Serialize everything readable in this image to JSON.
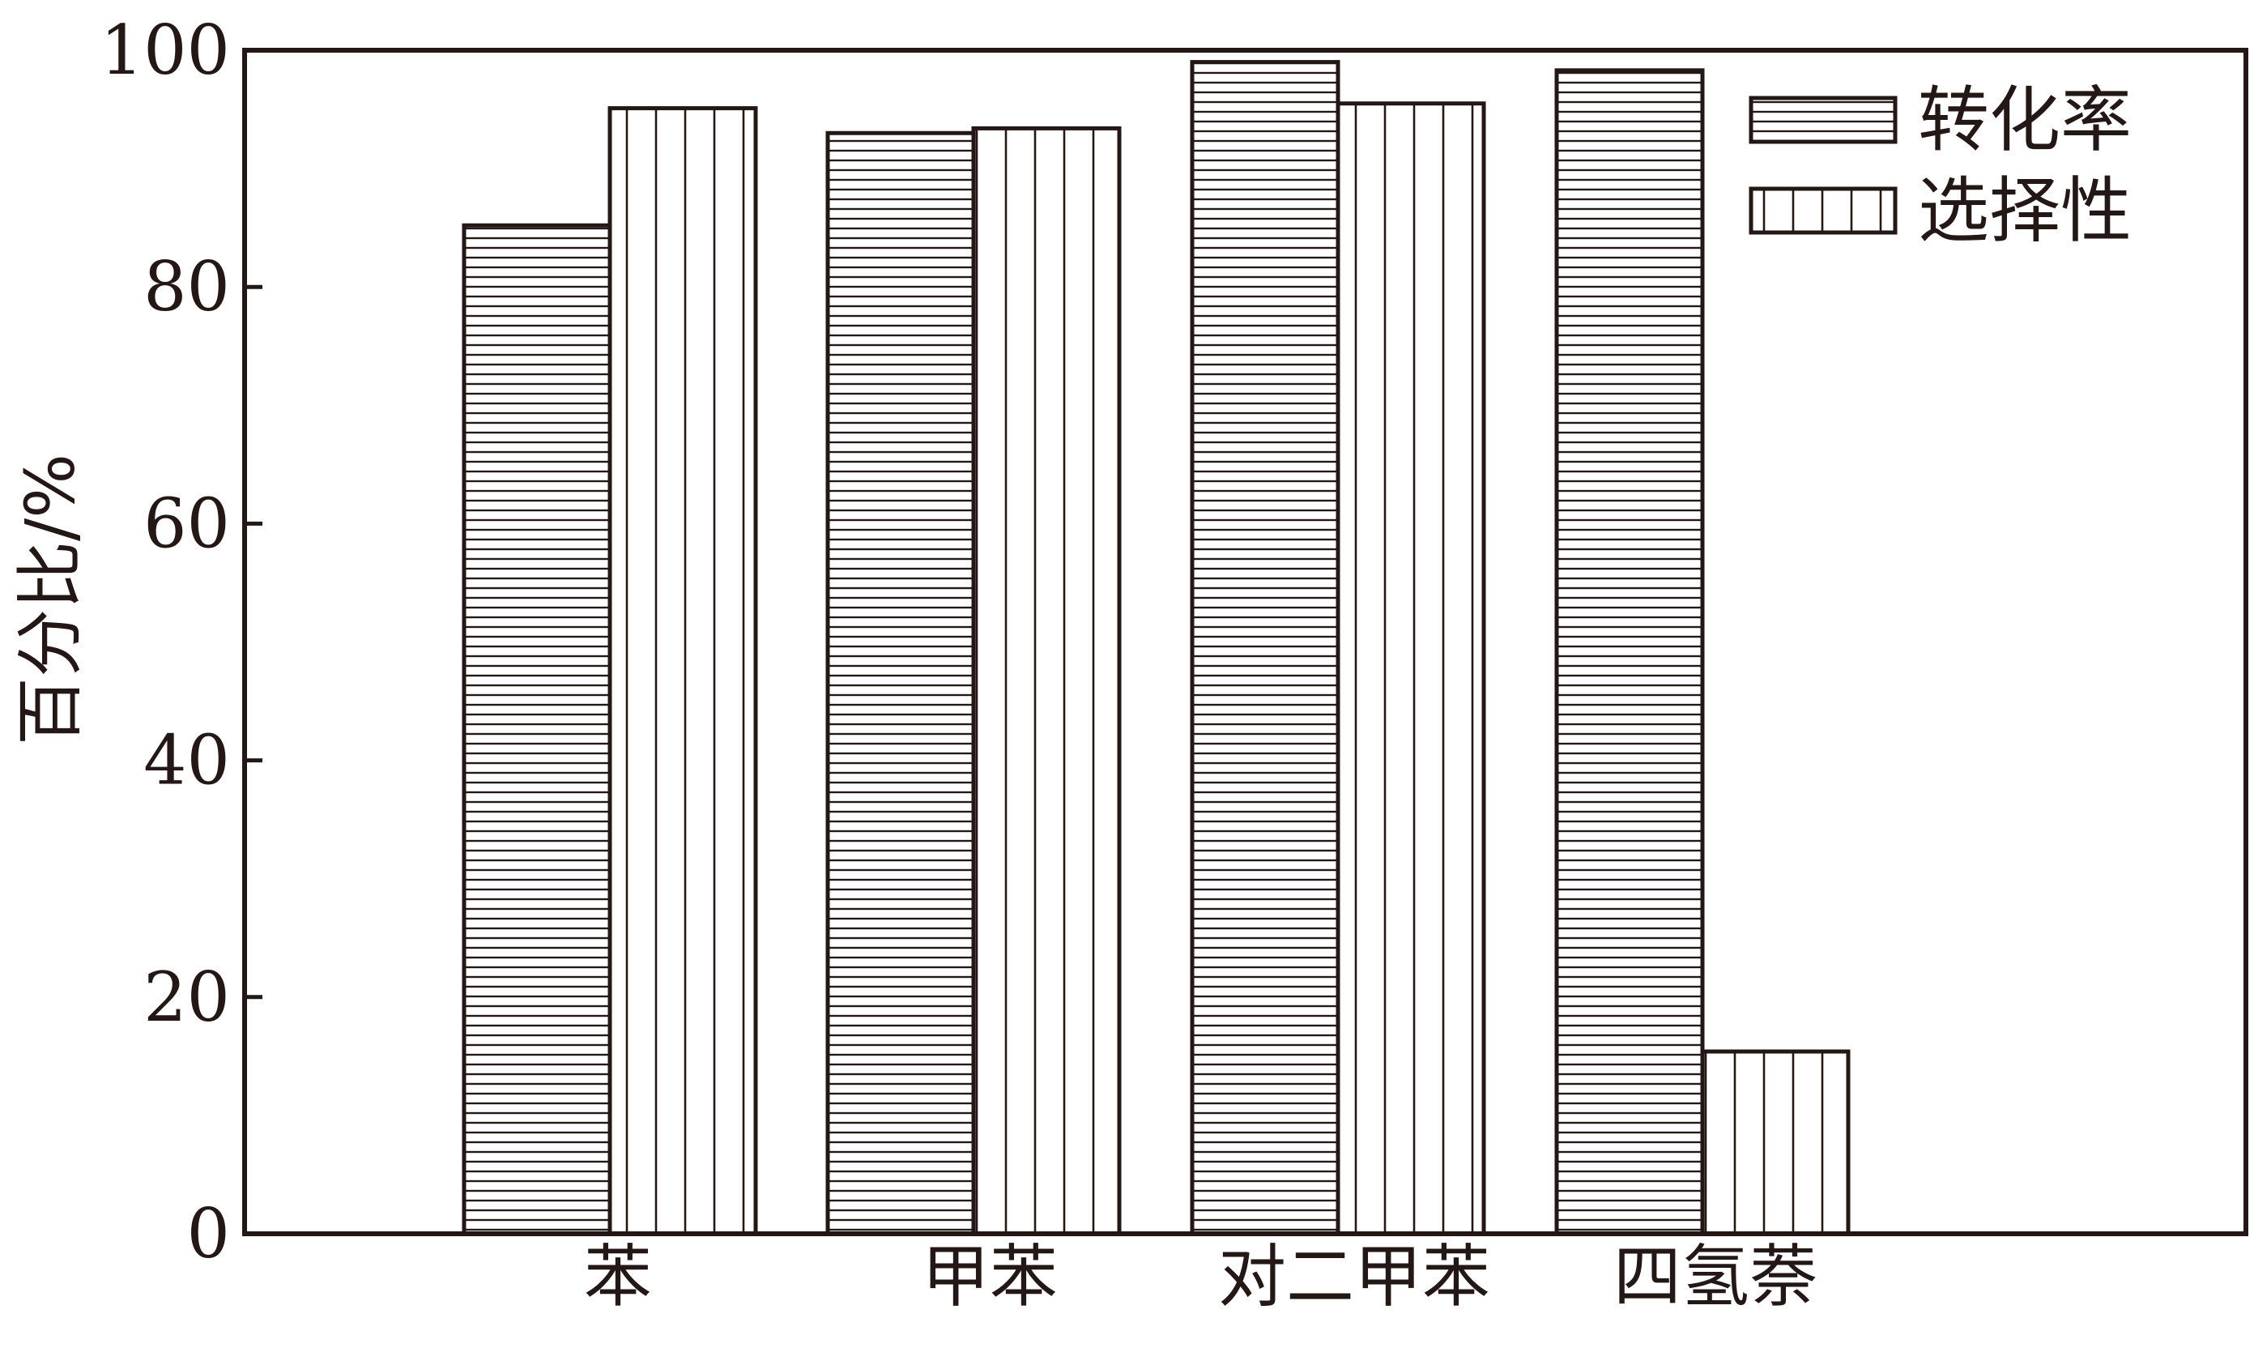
{
  "chart_data": {
    "type": "bar",
    "categories": [
      "苯",
      "甲苯",
      "对二甲苯",
      "四氢萘"
    ],
    "series": [
      {
        "name": "转化率",
        "values": [
          85.2,
          93.0,
          99.0,
          98.3
        ],
        "pattern": "horizontal-lines"
      },
      {
        "name": "选择性",
        "values": [
          95.1,
          93.4,
          95.5,
          15.4
        ],
        "pattern": "vertical-lines"
      }
    ],
    "title": "",
    "xlabel": "",
    "ylabel": "百分比/%",
    "ylim": [
      0,
      100
    ],
    "yticks": [
      0,
      20,
      40,
      60,
      80,
      100
    ],
    "grid": false,
    "legend_position": "top-right",
    "colors": {
      "line": "#231815",
      "fill": "#ffffff"
    }
  }
}
